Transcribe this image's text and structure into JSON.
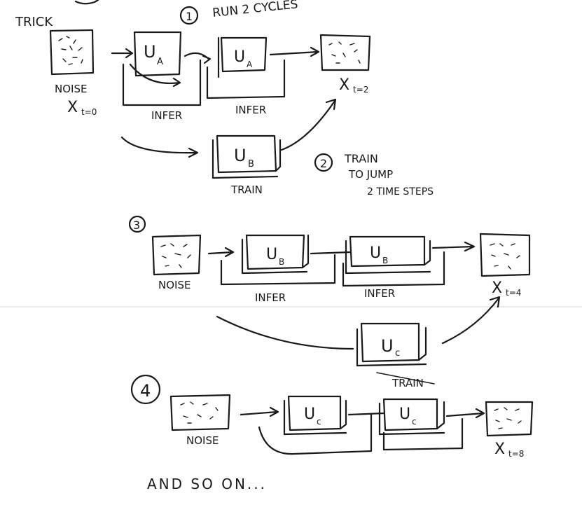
{
  "top_partial": "",
  "section1": {
    "trick": "TRICK",
    "step": "1",
    "step_text": "RUN 2 CYCLES",
    "noise_label": "NOISE",
    "x_input": "X",
    "x_input_sub": "t=0",
    "ua1": "U",
    "ua1_sub": "A",
    "ua2": "U",
    "ua2_sub": "A",
    "infer1": "INFER",
    "infer2": "INFER",
    "x_out": "X",
    "x_out_sub": "t=2"
  },
  "section2": {
    "ub": "U",
    "ub_sub": "B",
    "train": "TRAIN",
    "step": "2",
    "line1": "TRAIN",
    "line2": "TO JUMP",
    "line3": "2 TIME STEPS"
  },
  "section3": {
    "step": "3",
    "noise_label": "NOISE",
    "ub1": "U",
    "ub1_sub": "B",
    "ub2": "U",
    "ub2_sub": "B",
    "infer1": "INFER",
    "infer2": "INFER",
    "x_out": "X",
    "x_out_sub": "t=4",
    "uc": "U",
    "uc_sub": "c",
    "train": "TRAIN"
  },
  "section4": {
    "step": "4",
    "noise_label": "NOISE",
    "uc1": "U",
    "uc1_sub": "c",
    "uc2": "U",
    "uc2_sub": "c",
    "x_out": "X",
    "x_out_sub": "t=8"
  },
  "footer": "AND SO ON..."
}
